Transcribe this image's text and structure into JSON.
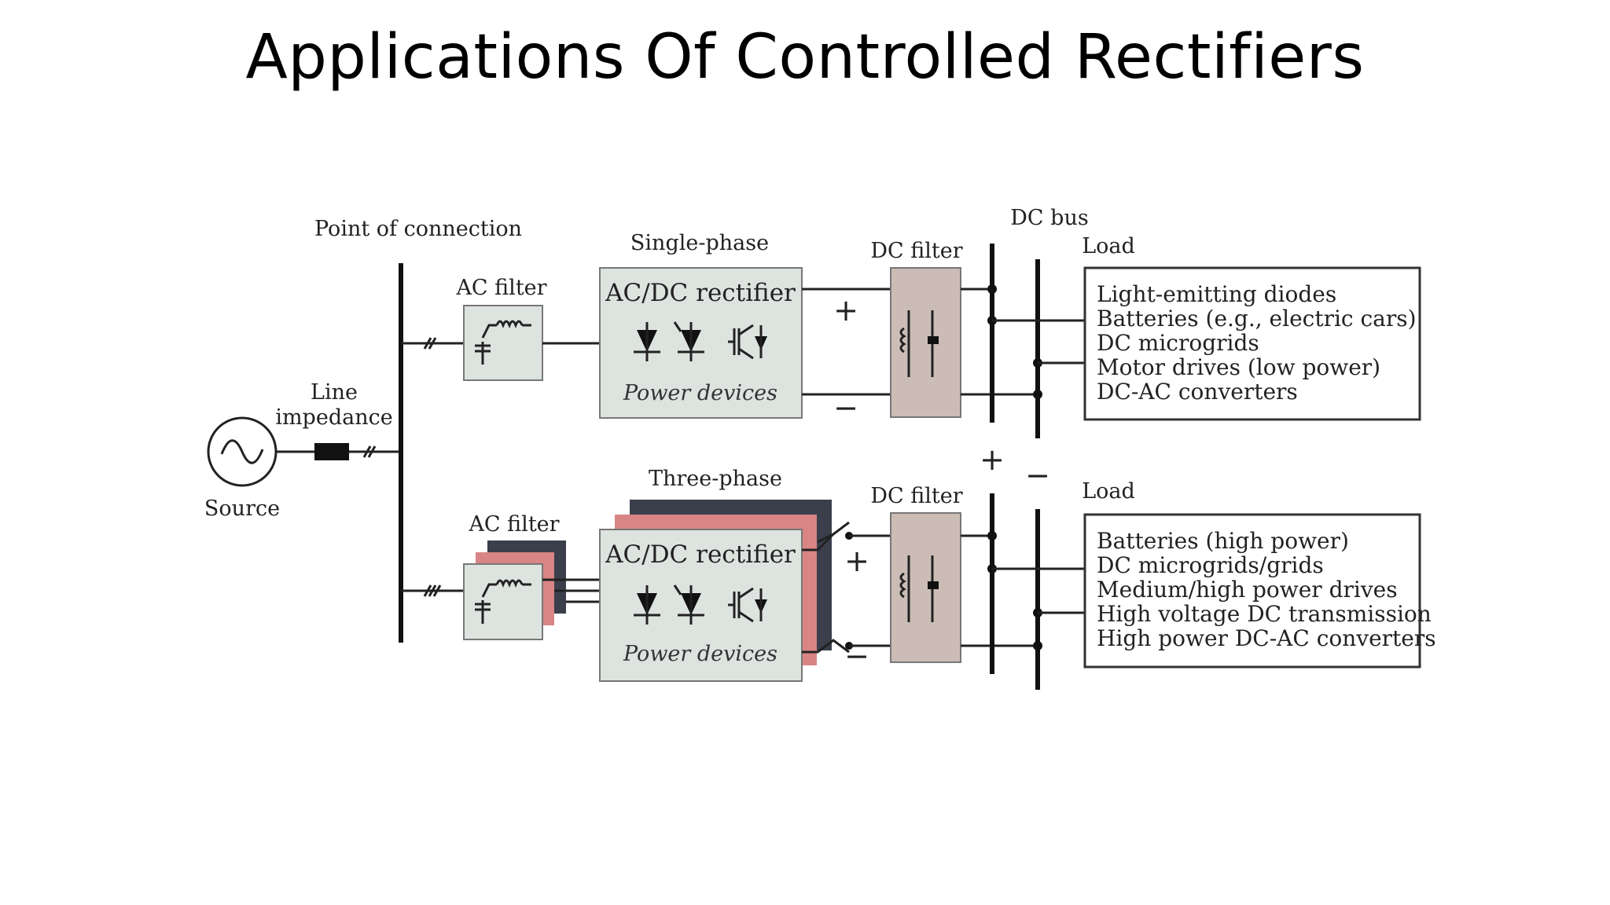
{
  "title": "Applications Of Controlled Rectifiers",
  "labels": {
    "point_of_connection": "Point of connection",
    "line": "Line",
    "impedance": "impedance",
    "source": "Source",
    "ac_filter_top": "AC filter",
    "ac_filter_bottom": "AC filter",
    "single_phase": "Single-phase",
    "three_phase": "Three-phase",
    "rectifier_top": "AC/DC  rectifier",
    "rectifier_bottom": "AC/DC  rectifier",
    "power_devices_top": "Power devices",
    "power_devices_bottom": "Power devices",
    "dc_filter_top": "DC filter",
    "dc_filter_bottom": "DC filter",
    "dc_bus": "DC bus",
    "load_top": "Load",
    "load_bottom": "Load",
    "plus": "+",
    "minus": "−"
  },
  "load_top_items": [
    "Light-emitting diodes",
    "Batteries (e.g., electric cars)",
    "DC microgrids",
    "Motor drives (low power)",
    "DC-AC converters"
  ],
  "load_bottom_items": [
    "Batteries (high power)",
    "DC microgrids/grids",
    "Medium/high power drives",
    "High voltage DC transmission",
    "High power DC-AC converters"
  ],
  "colors": {
    "block_fill": "#dde3df",
    "dc_filter_fill": "#cbbcb6",
    "phase_pink": "#d98585",
    "phase_dark": "#3a3f4b"
  }
}
